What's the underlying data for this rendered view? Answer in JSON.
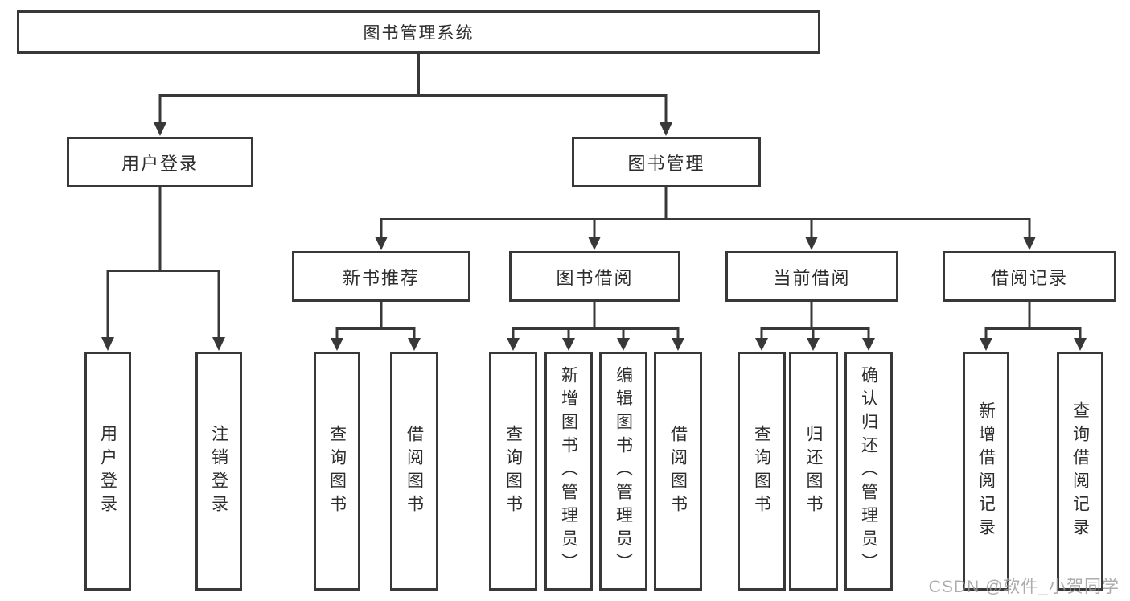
{
  "diagram": {
    "root": {
      "label": "图书管理系统"
    },
    "branches": [
      {
        "label": "用户登录",
        "children": [
          {
            "label": "用户登录"
          },
          {
            "label": "注销登录"
          }
        ]
      },
      {
        "label": "图书管理",
        "children": [
          {
            "label": "新书推荐",
            "children": [
              {
                "label": "查询图书"
              },
              {
                "label": "借阅图书"
              }
            ]
          },
          {
            "label": "图书借阅",
            "children": [
              {
                "label": "查询图书"
              },
              {
                "label": "新增图书（管理员）"
              },
              {
                "label": "编辑图书（管理员）"
              },
              {
                "label": "借阅图书"
              }
            ]
          },
          {
            "label": "当前借阅",
            "children": [
              {
                "label": "查询图书"
              },
              {
                "label": "归还图书"
              },
              {
                "label": "确认归还（管理员）"
              }
            ]
          },
          {
            "label": "借阅记录",
            "children": [
              {
                "label": "新增借阅记录"
              },
              {
                "label": "查询借阅记录"
              }
            ]
          }
        ]
      }
    ]
  },
  "colors": {
    "line": "#383838",
    "text": "#2d2d2d",
    "watermark": "#9e9e9e",
    "background": "#ffffff"
  },
  "watermark": {
    "text": "CSDN @软件_小贺同学"
  }
}
